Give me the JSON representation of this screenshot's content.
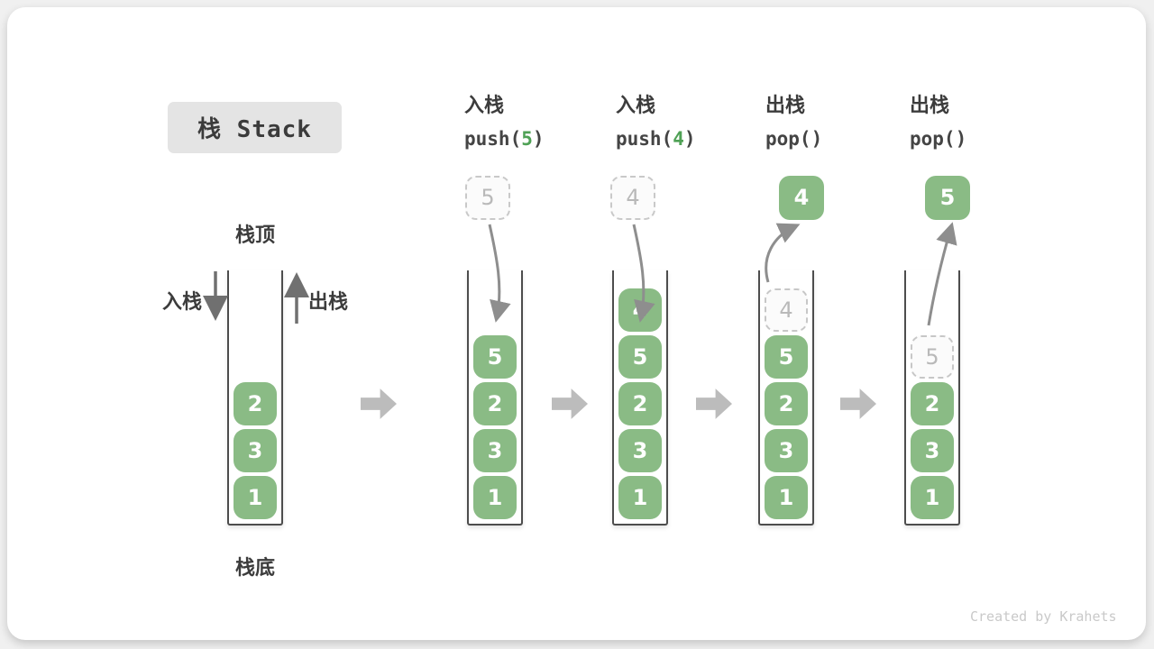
{
  "title": {
    "text": "栈 Stack"
  },
  "annotations": {
    "stack_top": "栈顶",
    "stack_bottom": "栈底",
    "push_direction": "入栈",
    "pop_direction": "出栈"
  },
  "operations": [
    {
      "name": "入栈",
      "code_prefix": "push(",
      "arg": "5",
      "code_suffix": ")"
    },
    {
      "name": "入栈",
      "code_prefix": "push(",
      "arg": "4",
      "code_suffix": ")"
    },
    {
      "name": "出栈",
      "code_prefix": "pop(",
      "arg": "",
      "code_suffix": ")"
    },
    {
      "name": "出栈",
      "code_prefix": "pop(",
      "arg": "",
      "code_suffix": ")"
    }
  ],
  "stacks": [
    {
      "blocks": [
        {
          "value": "1"
        },
        {
          "value": "3"
        },
        {
          "value": "2"
        }
      ]
    },
    {
      "blocks": [
        {
          "value": "1"
        },
        {
          "value": "3"
        },
        {
          "value": "2"
        },
        {
          "value": "5"
        }
      ],
      "above": {
        "style": "dashed",
        "value": "5"
      },
      "arrow": "push"
    },
    {
      "blocks": [
        {
          "value": "1"
        },
        {
          "value": "3"
        },
        {
          "value": "2"
        },
        {
          "value": "5"
        },
        {
          "value": "4"
        }
      ],
      "above": {
        "style": "dashed",
        "value": "4"
      },
      "arrow": "push"
    },
    {
      "blocks": [
        {
          "value": "1"
        },
        {
          "value": "3"
        },
        {
          "value": "2"
        },
        {
          "value": "5"
        },
        {
          "value": "4",
          "ghost": true
        }
      ],
      "above": {
        "style": "solid",
        "value": "4"
      },
      "arrow": "pop"
    },
    {
      "blocks": [
        {
          "value": "1"
        },
        {
          "value": "3"
        },
        {
          "value": "2"
        },
        {
          "value": "5",
          "ghost": true
        }
      ],
      "above": {
        "style": "solid",
        "value": "5"
      },
      "arrow": "pop"
    }
  ],
  "watermark": "Created by Krahets",
  "colors": {
    "block_green": "#8abb85",
    "accent_green": "#4fa155",
    "dark_text": "#3c3c3c",
    "container_border": "#4d4d4d",
    "dashed_border": "#c9c9c9",
    "dashed_text": "#b9b9b9",
    "curve_arrow_gray": "#8e8e8e",
    "step_arrow_gray": "#bcbcbc",
    "title_badge_bg": "#e4e4e4",
    "watermark_gray": "#c9c9c9"
  }
}
